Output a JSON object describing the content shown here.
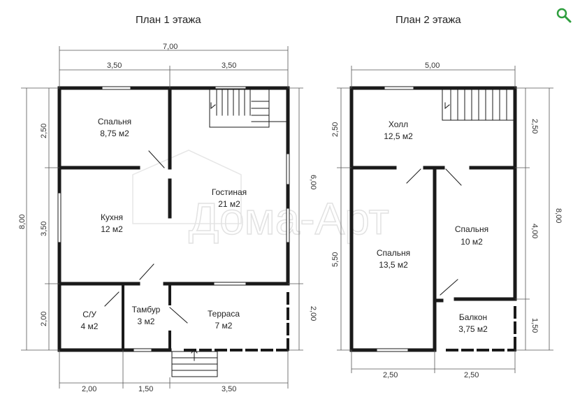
{
  "floor1": {
    "title": "План 1 этажа",
    "dims": {
      "top_total": "7,00",
      "top_left": "3,50",
      "top_right": "3,50",
      "left_total": "8,00",
      "left_top": "2,50",
      "left_mid": "3,50",
      "left_bot": "2,00",
      "right_top": "6,00",
      "right_bot": "2,00",
      "bottom_1": "2,00",
      "bottom_2": "1,50",
      "bottom_3": "3,50"
    },
    "rooms": [
      {
        "name": "Спальня",
        "area": "8,75 м2"
      },
      {
        "name": "Гостиная",
        "area": "21 м2"
      },
      {
        "name": "Кухня",
        "area": "12 м2"
      },
      {
        "name": "С/У",
        "area": "4 м2"
      },
      {
        "name": "Тамбур",
        "area": "3 м2"
      },
      {
        "name": "Терраса",
        "area": "7 м2"
      }
    ]
  },
  "floor2": {
    "title": "План 2 этажа",
    "dims": {
      "top_total": "5,00",
      "left_top": "2,50",
      "left_bot": "5,50",
      "right_top": "2,50",
      "right_mid": "4,00",
      "right_bot": "1,50",
      "right_total": "8,00",
      "bottom_1": "2,50",
      "bottom_2": "2,50"
    },
    "rooms": [
      {
        "name": "Холл",
        "area": "12,5 м2"
      },
      {
        "name": "Спальня",
        "area": "13,5 м2"
      },
      {
        "name": "Спальня",
        "area": "10 м2"
      },
      {
        "name": "Балкон",
        "area": "3,75 м2"
      }
    ]
  },
  "watermark": "Дома-Арт",
  "icons": {
    "zoom": "magnifier-icon"
  },
  "colors": {
    "wall": "#1a1a1a",
    "accent": "#2e9e3e",
    "dim_line": "#555555"
  }
}
